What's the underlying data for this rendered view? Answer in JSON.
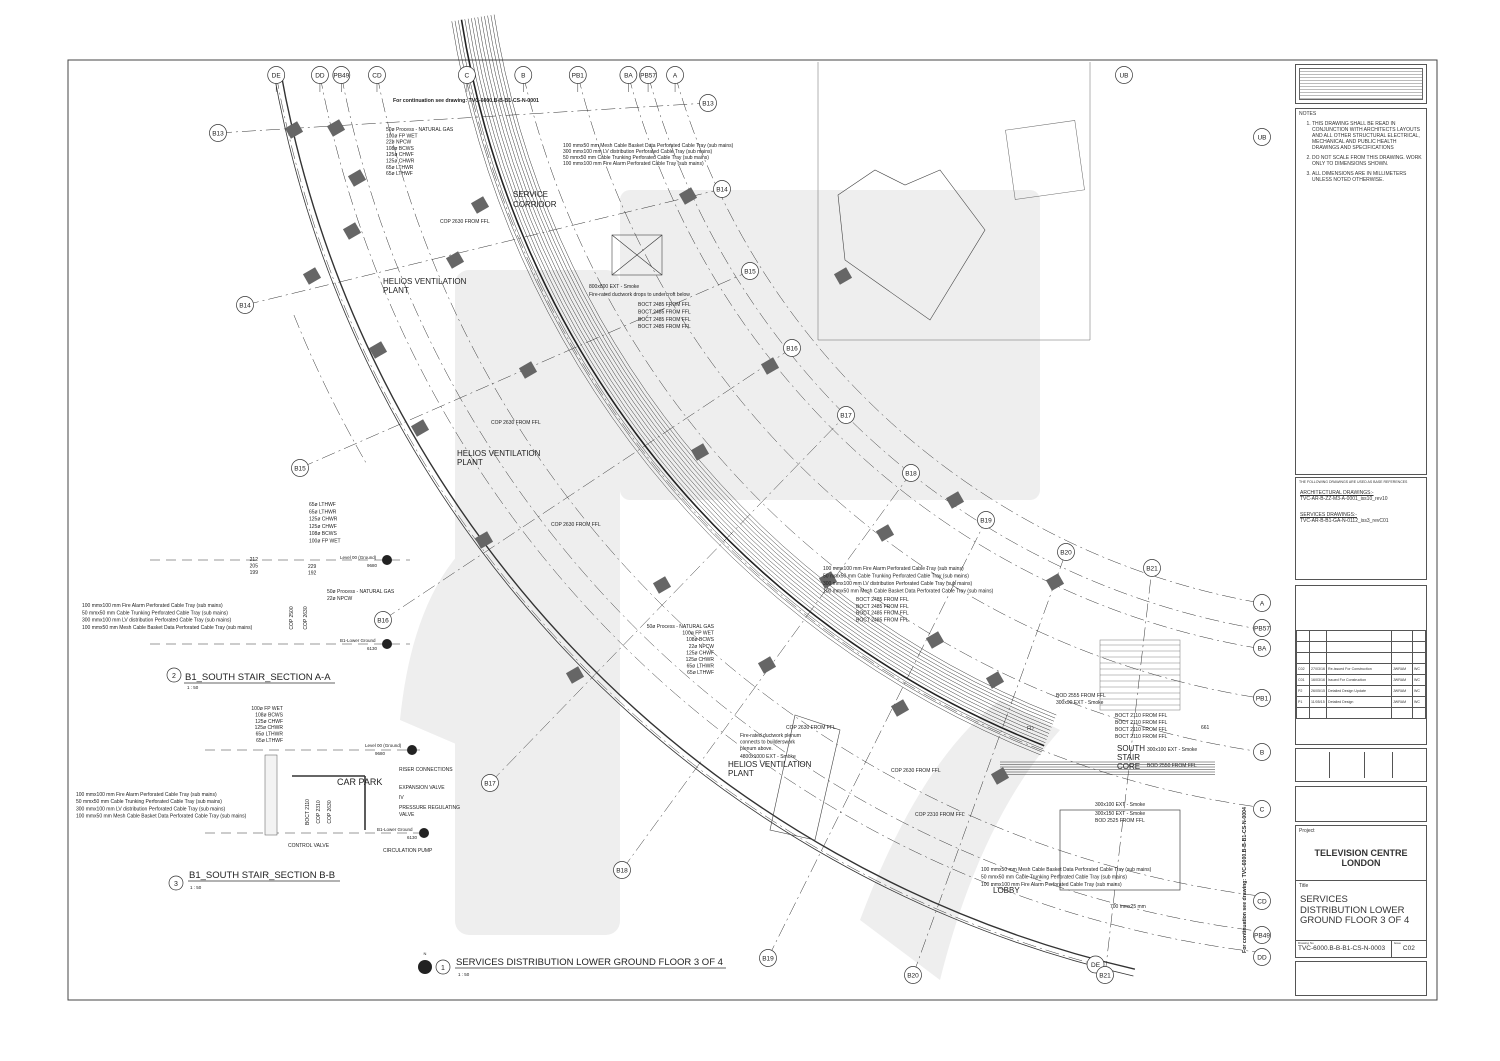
{
  "plan": {
    "continuation_top": "For continuation see drawing: TVC-6000.B-B-B1-CS-N-0001",
    "continuation_right": "For continuation see drawing: TVC-6000.B-B-B1-CS-N-0004",
    "top_services": [
      "50ø Process - NATURAL GAS",
      "100ø FP WET",
      "22ø NPCW",
      "108ø BCWS",
      "125ø CHWF",
      "125ø CHWR",
      "65ø LTHWR",
      "65ø LTHWF"
    ],
    "top_trays": [
      "100 mmx50 mm Mesh Cable Basket Data Perforated Cable Tray (sub mains)",
      "300 mmx100 mm LV distribution Perforated Cable Tray (sub mains)",
      "50 mmx50 mm Cable Trunking Perforated Cable Tray (sub mains)",
      "100 mmx100 mm Fire Alarm Perforated Cable Tray (sub mains)"
    ],
    "service_corridor": [
      "SERVICE",
      "CORRIDOR"
    ],
    "cop_2630": "COP 2630 FROM FFL",
    "cop_2310": "COP 2310 FROM FFL",
    "helios": [
      "HELIOS VENTILATION",
      "PLANT"
    ],
    "smoke_800": "800x800 EXT - Smoke",
    "drops_note": "Fire-rated ductwork drops to undercroft below",
    "boct_2485": "BOCT 2485 FROM FFL",
    "mid_trays": [
      "100 mmx100 mm Fire Alarm Perforated Cable Tray (sub mains)",
      "50 mmx50 mm Cable Trunking Perforated Cable Tray (sub mains)",
      "300 mmx100 mm LV distribution Perforated Cable Tray (sub mains)",
      "100 mmx50 mm Mesh Cable Basket Data Perforated Cable Tray (sub mains)"
    ],
    "mid_services": [
      "50ø Process - NATURAL GAS",
      "100ø FP WET",
      "108ø BCWS",
      "22ø NPCW",
      "125ø CHWF",
      "125ø CHWR",
      "65ø LTHWR",
      "65ø LTHWF"
    ],
    "plenum_note": [
      "Fire-rated ductwork plenum",
      "connects to builderswork",
      "plenum above."
    ],
    "smoke_4800": "4800x1000 EXT - Smoke",
    "bod_2555": "BOD 2555 FROM FFL",
    "smoke_300x90": "300x90 EXT - Smoke",
    "boct_2110": "BOCT 2110 FROM FFL",
    "dim_661": "661",
    "fd": "FD",
    "south_stair": [
      "SOUTH",
      "STAIR",
      "CORE"
    ],
    "smoke_300x100": "300x100 EXT - Smoke",
    "bod_2550": "BOD 2550 FROM FFL",
    "smoke_300x150": "300x150 EXT - Smoke",
    "bod_2525": "BOD 2525 FROM FFL",
    "bottom_trays": [
      "100 mmx50 mm Mesh Cable Basket Data Perforated Cable Tray (sub mains)",
      "50 mmx50 mm Cable Trunking Perforated Cable Tray (sub mains)",
      "100 mmx100 mm Fire Alarm Perforated Cable Tray (sub mains)"
    ],
    "lobby": "LOBBY",
    "dim_700": "700 mmx25 mm",
    "main_title_no": "1",
    "main_title": "SERVICES DISTRIBUTION LOWER GROUND FLOOR 3 OF 4",
    "main_scale": "1 : 50",
    "north": "N"
  },
  "grid": {
    "arcs": [
      "DE",
      "DD",
      "PB49",
      "CD",
      "C",
      "B",
      "PB1",
      "BA",
      "PB57",
      "A"
    ],
    "right_labels": [
      "UB",
      "A",
      "PB57",
      "BA",
      "PB1",
      "B",
      "C",
      "CD",
      "PB49",
      "DD"
    ],
    "top_extra": "UB",
    "radial": [
      "B13",
      "B14",
      "B15",
      "B16",
      "B17",
      "B18",
      "B19",
      "B20",
      "B21"
    ]
  },
  "section_aa": {
    "no": "2",
    "title": "B1_SOUTH STAIR_SECTION A-A",
    "scale": "1 : 50",
    "services": [
      "65ø LTHWF",
      "65ø LTHWR",
      "125ø CHWR",
      "125ø CHWF",
      "108ø BCWS",
      "100ø FP WET"
    ],
    "dims_left": [
      "212",
      "205",
      "199"
    ],
    "dims_right": [
      "229",
      "192"
    ],
    "gas": [
      "50ø Process - NATURAL GAS",
      "22ø NPCW"
    ],
    "trays": [
      "100 mmx100 mm Fire Alarm Perforated Cable Tray (sub mains)",
      "50 mmx50 mm Cable Trunking Perforated Cable Tray (sub mains)",
      "300 mmx100 mm LV distribution Perforated Cable Tray (sub mains)",
      "100 mmx50 mm Mesh Cable Basket Data Perforated Cable Tray (sub mains)"
    ],
    "cop": [
      "COP 2500",
      "COP 2630"
    ],
    "level_00": "Level 00 (Ground)",
    "level_00_val": "9680",
    "level_b1": "B1-Lower Ground",
    "level_b1_val": "6130"
  },
  "section_bb": {
    "no": "3",
    "title": "B1_SOUTH STAIR_SECTION B-B",
    "scale": "1 : 50",
    "services": [
      "100ø FP WET",
      "108ø BCWS",
      "125ø CHWF",
      "125ø CHWR",
      "65ø LTHWR",
      "65ø LTHWF"
    ],
    "trays": [
      "100 mmx100 mm Fire Alarm Perforated Cable Tray (sub mains)",
      "50 mmx50 mm Cable Trunking Perforated Cable Tray (sub mains)",
      "300 mmx100 mm LV distribution Perforated Cable Tray (sub mains)",
      "100 mmx50 mm Mesh Cable Basket Data Perforated Cable Tray (sub mains)"
    ],
    "dims": [
      "BOCT 2110",
      "COP 2310",
      "COP 2630"
    ],
    "car_park": "CAR PARK",
    "callouts": [
      "RISER CONNECTIONS",
      "EXPANSION VALVE",
      "IV",
      "PRESSURE REGULATING",
      "VALVE"
    ],
    "control_valve": "CONTROL VALVE",
    "circulation_pump": "CIRCULATION PUMP",
    "level_00": "Level 00 (Ground)",
    "level_00_val": "9680",
    "level_b1": "B1-Lower Ground",
    "level_b1_val": "6130"
  },
  "title_block": {
    "notes_heading": "NOTES",
    "notes": [
      "THIS DRAWING SHALL BE READ IN CONJUNCTION WITH ARCHITECTS LAYOUTS AND ALL OTHER STRUCTURAL ELECTRICAL, MECHANICAL AND PUBLIC HEALTH DRAWINGS AND SPECIFICATIONS",
      "DO NOT SCALE FROM THIS DRAWING. WORK ONLY TO DIMENSIONS SHOWN.",
      "ALL DIMENSIONS ARE IN MILLIMETERS UNLESS NOTED OTHERWISE."
    ],
    "refs_heading": "THE FOLLOWING DRAWINGS ARE USED AS BASE REFERENCES",
    "arch_heading": "ARCHITECTURAL DRAWINGS:-",
    "arch_ref": "TVC-AR-B-ZZ-M3-A-0001_iss10_rev10",
    "services_heading": "SERVICES DRAWINGS:-",
    "services_ref": "TVC-AR-B-B1-GA-N-0112_iss3_revC01",
    "revisions": [
      {
        "rev": "C02",
        "date": "27/03/16",
        "desc": "Re-issued For Construction",
        "by": "JWRAM",
        "chk": "WC"
      },
      {
        "rev": "C01",
        "date": "16/03/16",
        "desc": "Issued For Construction",
        "by": "JWRAM",
        "chk": "WC"
      },
      {
        "rev": "P2",
        "date": "26/05/15",
        "desc": "Detailed Design Update",
        "by": "JWRAM",
        "chk": "WC"
      },
      {
        "rev": "P1",
        "date": "11/05/15",
        "desc": "Detailed Design",
        "by": "JWRAM",
        "chk": "WC"
      }
    ],
    "project_label": "Project",
    "project": [
      "TELEVISION CENTRE",
      "LONDON"
    ],
    "title_label": "Title",
    "title": [
      "SERVICES",
      "DISTRIBUTION LOWER",
      "GROUND FLOOR 3 OF 4"
    ],
    "drawing_no_label": "Drawing No",
    "drawing_no": "TVC-6000.B-B-B1-CS-N-0003",
    "issue_label": "Issue",
    "issue": "C02"
  }
}
